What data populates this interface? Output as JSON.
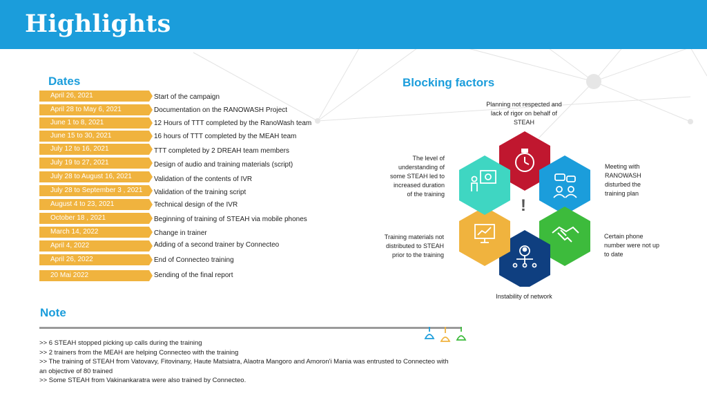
{
  "header": {
    "title": "Highlights"
  },
  "dates": {
    "title": "Dates",
    "items": [
      {
        "date": "April 26, 2021",
        "text": "Start of the campaign"
      },
      {
        "date": "April 28 to May 6, 2021",
        "text": "Documentation on the RANOWASH Project"
      },
      {
        "date": "June 1 to 8, 2021",
        "text": "12 Hours of TTT completed by the RanoWash team"
      },
      {
        "date": "June 15 to 30, 2021",
        "text": "16 hours of TTT completed by the MEAH team"
      },
      {
        "date": "July 12 to 16, 2021",
        "text": "TTT completed by 2 DREAH team members"
      },
      {
        "date": "July 19 to 27, 2021",
        "text": "Design of audio and training materials  (script)"
      },
      {
        "date": "July 28 to August 16, 2021",
        "text": "Validation of the contents of IVR"
      },
      {
        "date": "July 28 to September 3 , 2021",
        "text": " Validation of the training script"
      },
      {
        "date": "August 4 to 23, 2021",
        "text": "Technical design of the IVR"
      },
      {
        "date": "October 18 , 2021",
        "text": "Beginning of training of STEAH via mobile phones"
      },
      {
        "date": "March 14, 2022",
        "text": "Change in trainer"
      },
      {
        "date": "April 4, 2022",
        "text": "Adding of a second trainer by Connecteo"
      },
      {
        "date": "April 26, 2022",
        "text": "End of Connecteo training"
      },
      {
        "date": "20 Mai 2022",
        "text": "Sending of the final report"
      }
    ]
  },
  "blocking": {
    "title": "Blocking factors",
    "center_mark": "!",
    "factors": {
      "top": "Planning not respected and lack of rigor on behalf of STEAH",
      "left_top": "The level of understanding of some STEAH led to increased duration of the training",
      "right_top": "Meeting with RANOWASH disturbed the training plan",
      "left_bottom": "Training materials not distributed to STEAH prior to the training",
      "right_bottom": "Certain phone number were not up to date",
      "bottom": "Instability of network"
    },
    "colors": {
      "top": "#c0172f",
      "right_top": "#1b9ddb",
      "right_bottom": "#3dbb3c",
      "bottom": "#0f3f80",
      "left_bottom": "#f0b33e",
      "left_top": "#3fd6c2"
    }
  },
  "note": {
    "title": "Note",
    "lines": [
      ">> 6 STEAH stopped picking up calls during the training",
      ">> 2 trainers from the MEAH are helping Connecteo with the training",
      ">> The training of STEAH from Vatovavy, Fitovinany, Haute Matsiatra, Alaotra Mangoro and Amoron'i Mania was entrusted to Connecteo with an objective of 80 trained",
      ">> Some STEAH from Vakinankaratra were also trained by Connecteo."
    ]
  }
}
